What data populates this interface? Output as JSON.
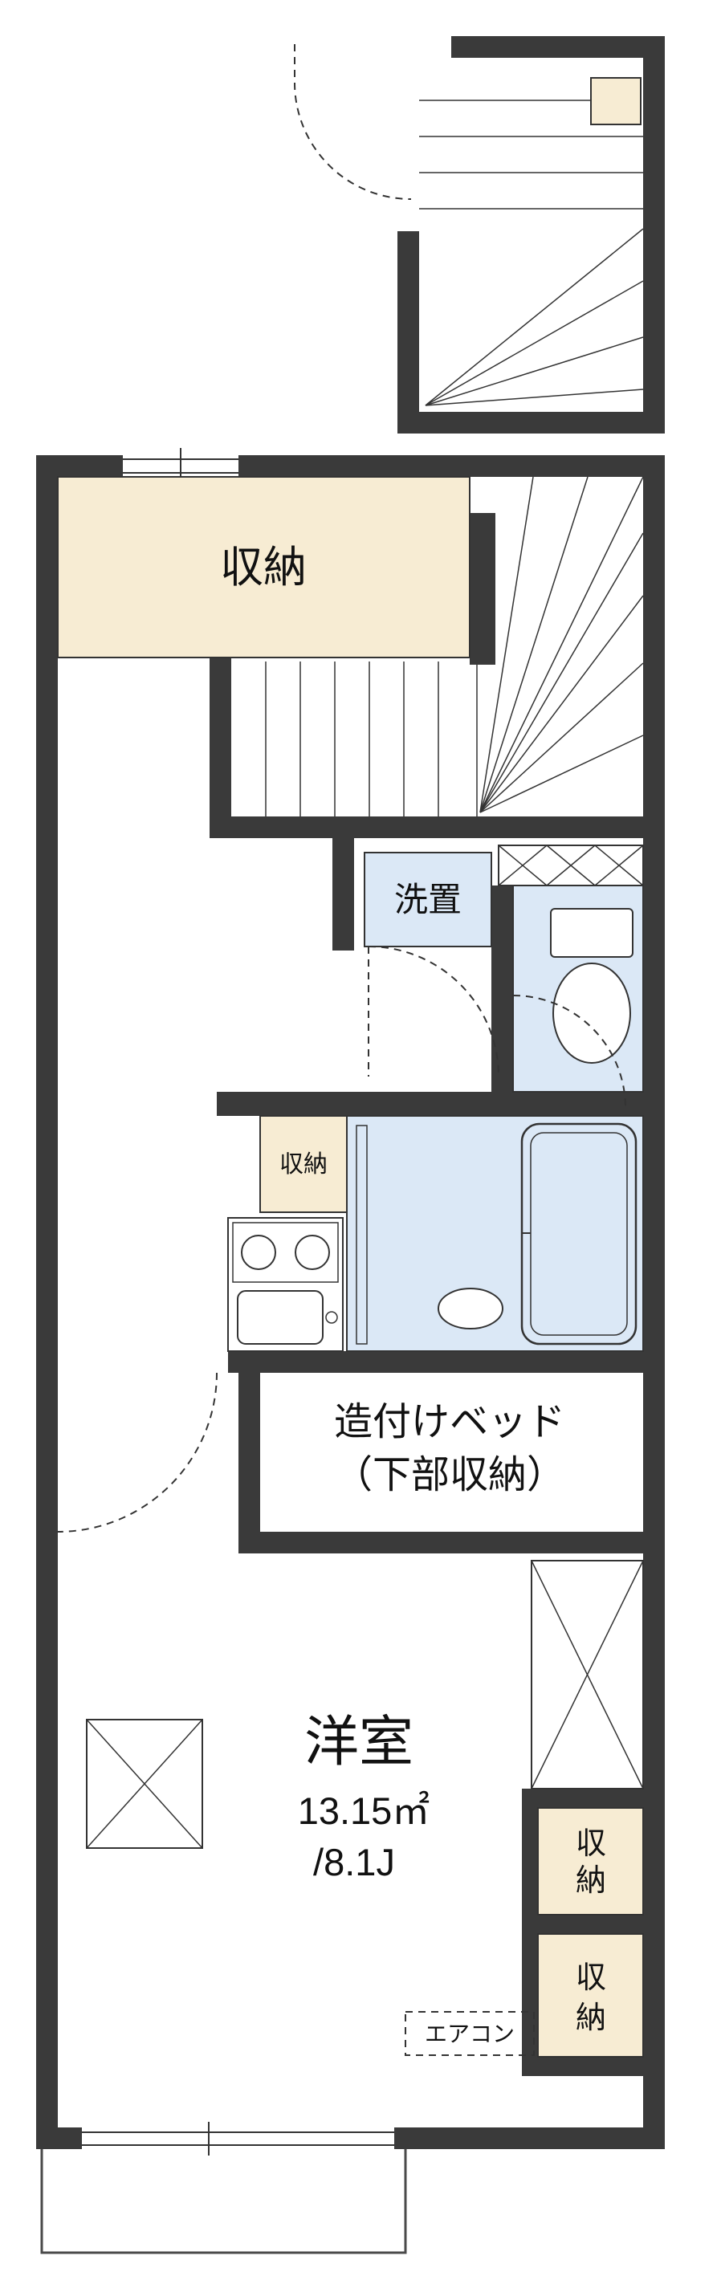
{
  "colors": {
    "wall": "#3a3a3a",
    "line": "#333333",
    "closet_fill": "#f7ecd3",
    "water_fill": "#dbe8f6",
    "paper": "#ffffff"
  },
  "rooms": {
    "upper_closet": {
      "label": "収納"
    },
    "washstand": {
      "label": "洗置"
    },
    "kitchen_closet": {
      "label": "収納"
    },
    "built_in_bed": {
      "line1": "造付けベッド",
      "line2": "（下部収納）"
    },
    "western_room": {
      "name": "洋室",
      "area_m2": "13.15㎡",
      "area_tatami": "/8.1J"
    },
    "closet_upper_right": {
      "char1": "収",
      "char2": "納"
    },
    "closet_lower_right": {
      "char1": "収",
      "char2": "納"
    },
    "aircon": {
      "label": "エアコン"
    }
  }
}
